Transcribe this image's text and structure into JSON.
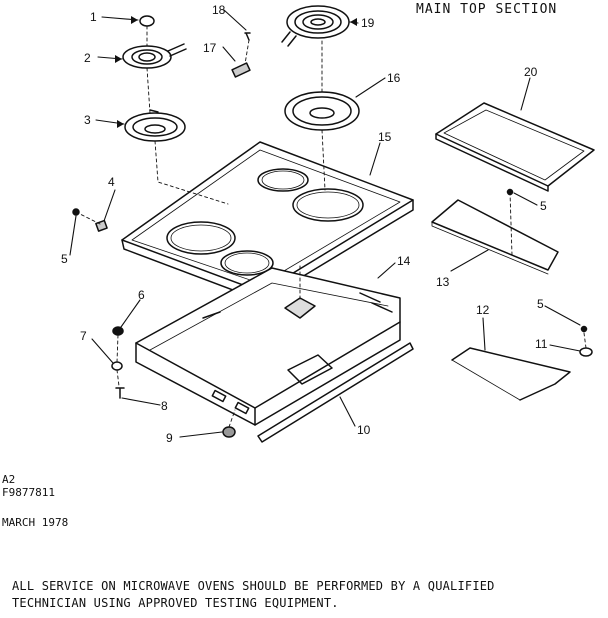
{
  "header": {
    "section_title": "MAIN TOP SECTION"
  },
  "callouts": [
    "1",
    "2",
    "3",
    "4",
    "5",
    "6",
    "7",
    "8",
    "9",
    "10",
    "11",
    "12",
    "13",
    "14",
    "15",
    "16",
    "17",
    "18",
    "19",
    "20"
  ],
  "footer": {
    "code_a": "A2",
    "code_b": "F9877811",
    "date": "MARCH 1978",
    "notice_line1": "ALL SERVICE ON MICROWAVE OVENS SHOULD BE PERFORMED BY A QUALIFIED",
    "notice_line2": "TECHNICIAN USING APPROVED TESTING EQUIPMENT."
  }
}
